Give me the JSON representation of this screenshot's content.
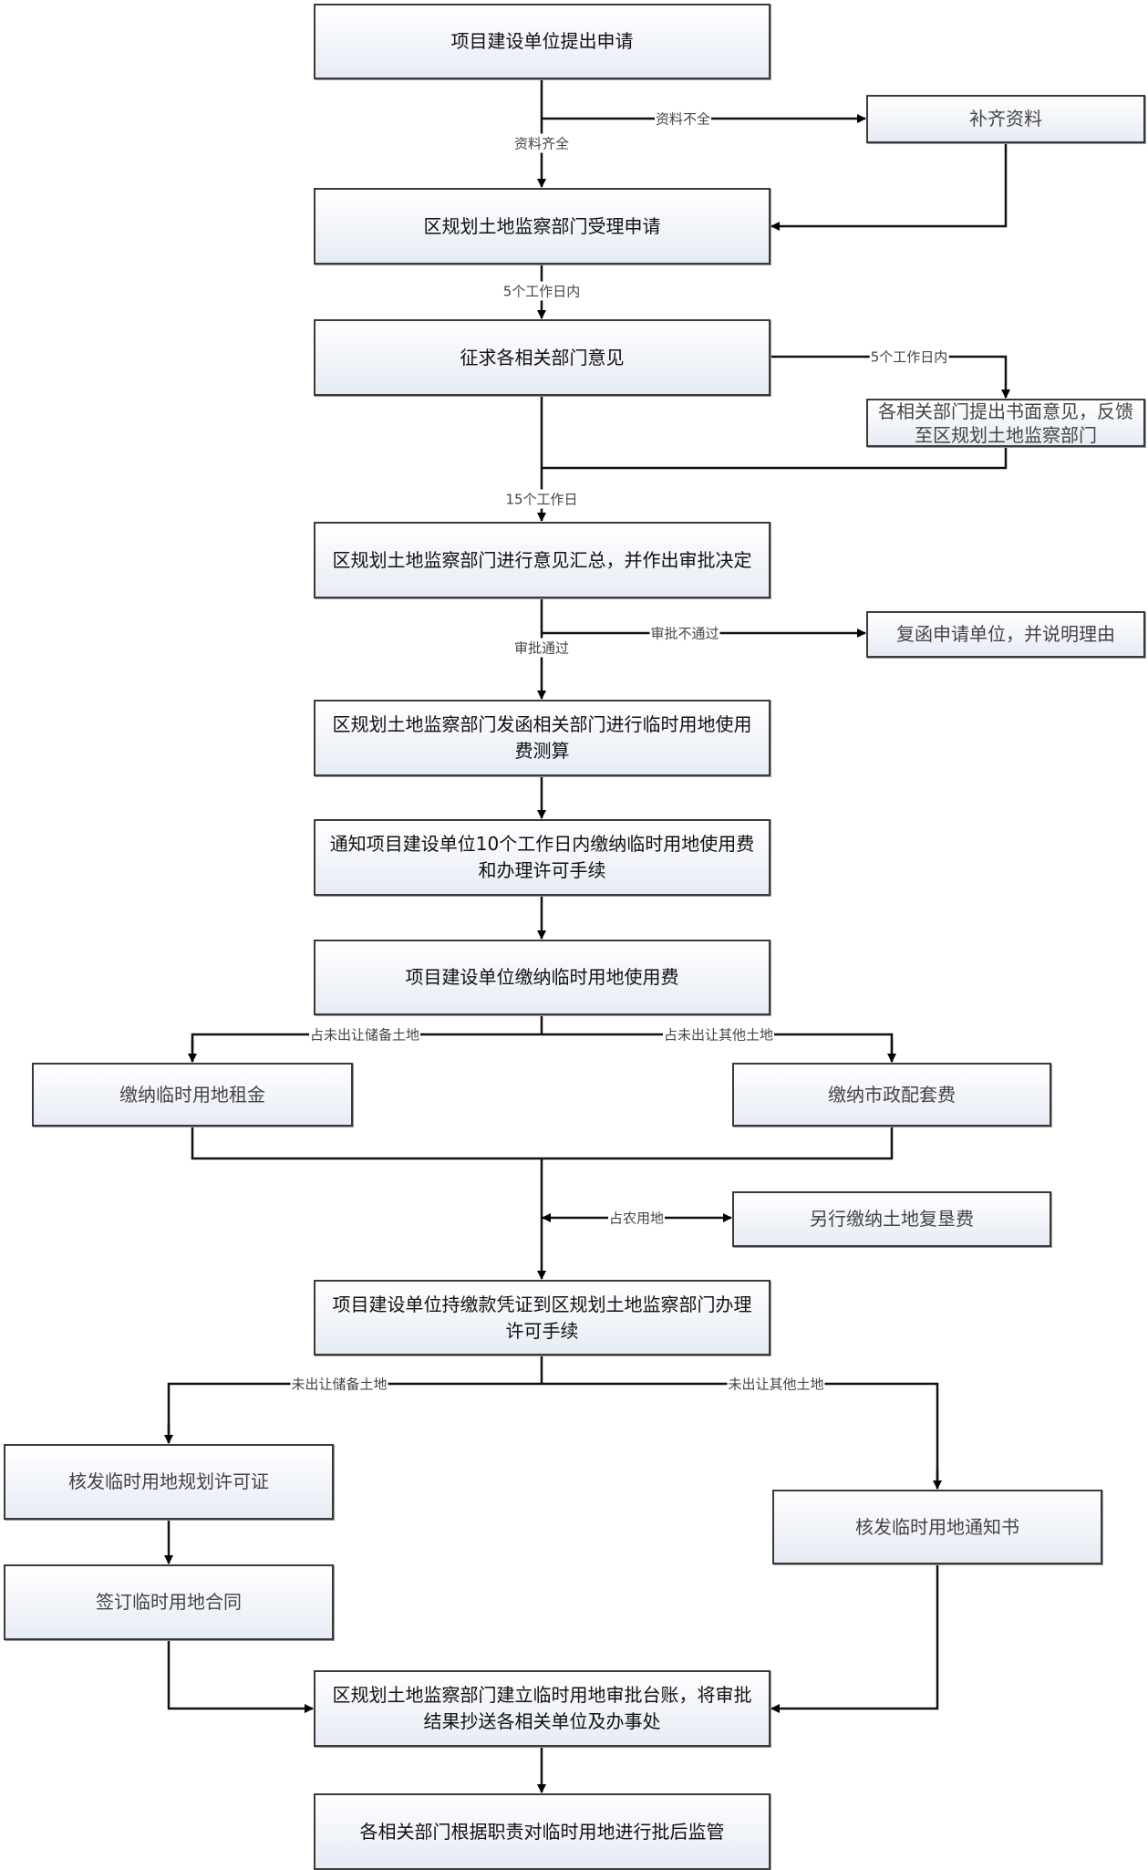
{
  "boxes": {
    "apply": "项目建设单位提出申请",
    "supplement": "补齐资料",
    "accept": "区规划土地监察部门受理申请",
    "consult": "征求各相关部门意见",
    "feedback": "各相关部门提出书面意见，反馈至区规划土地监察部门",
    "decide": "区规划土地监察部门进行意见汇总，并作出审批决定",
    "reject_reply": "复函申请单位，并说明理由",
    "calc_fee": "区规划土地监察部门发函相关部门进行临时用地使用费测算",
    "notify": "通知项目建设单位10个工作日内缴纳临时用地使用费和办理许可手续",
    "pay_fee": "项目建设单位缴纳临时用地使用费",
    "pay_rent": "缴纳临时用地租金",
    "pay_municipal": "缴纳市政配套费",
    "pay_reclaim": "另行缴纳土地复垦费",
    "handle_permit": "项目建设单位持缴款凭证到区规划土地监察部门办理许可手续",
    "issue_permit": "核发临时用地规划许可证",
    "sign_contract": "签订临时用地合同",
    "issue_notice": "核发临时用地通知书",
    "ledger": "区规划土地监察部门建立临时用地审批台账，将审批结果抄送各相关单位及办事处",
    "supervise": "各相关部门根据职责对临时用地进行批后监管"
  },
  "labels": {
    "incomplete": "资料不全",
    "complete": "资料齐全",
    "days5_a": "5个工作日内",
    "days5_b": "5个工作日内",
    "days15": "15个工作日",
    "not_approved": "审批不通过",
    "approved": "审批通过",
    "reserve_land_occupy": "占未出让储备土地",
    "other_land_occupy": "占未出让其他土地",
    "farmland": "占农用地",
    "reserve_land": "未出让储备土地",
    "other_land": "未出让其他土地"
  }
}
